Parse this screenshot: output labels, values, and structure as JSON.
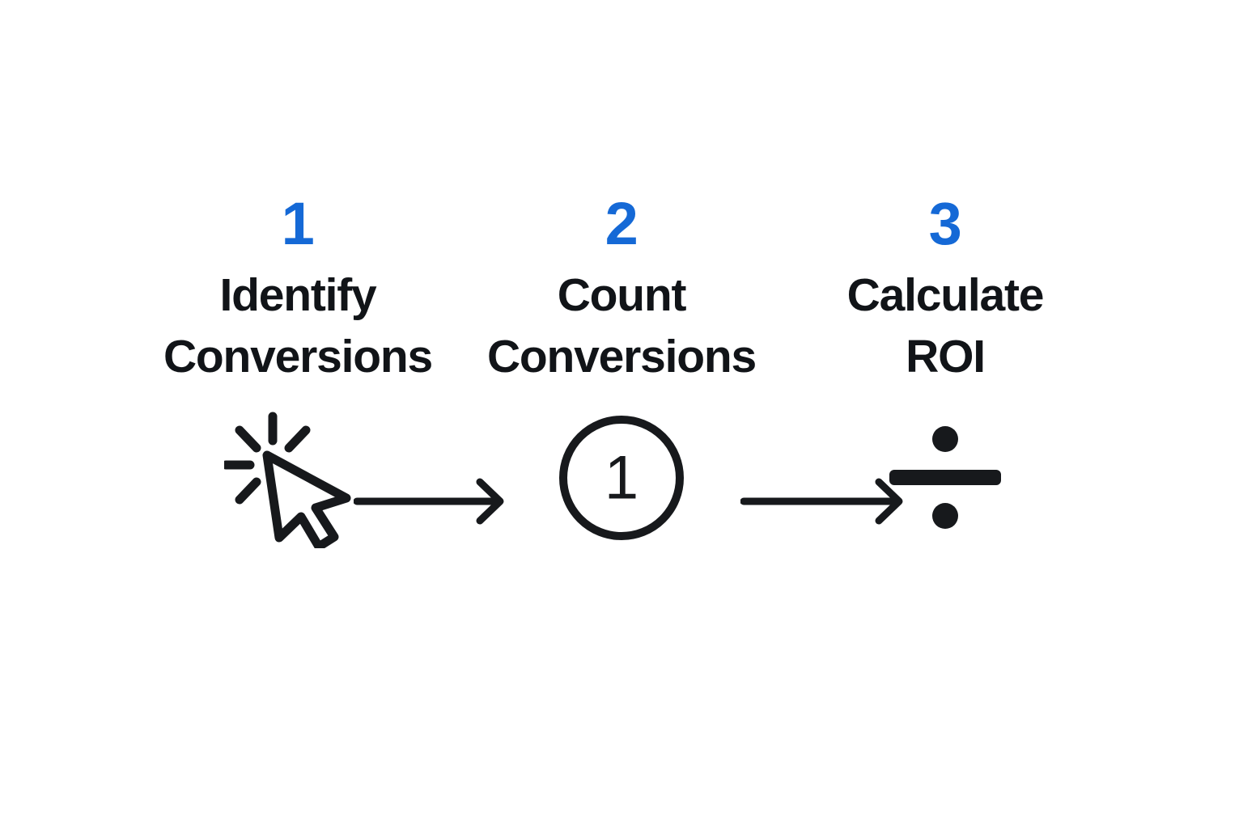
{
  "page": {
    "background_color": "#ffffff",
    "accent_color": "#1569d6",
    "text_color": "#111418"
  },
  "steps": [
    {
      "number": "1",
      "title": "Identify\nConversions",
      "icon": "cursor-click-icon",
      "icon_label": "cursor click"
    },
    {
      "number": "2",
      "title": "Count\nConversions",
      "icon": "circled-one-icon",
      "icon_label": "circled number one",
      "icon_value": "1"
    },
    {
      "number": "3",
      "title": "Calculate\nROI",
      "icon": "division-sign-icon",
      "icon_label": "division sign"
    }
  ],
  "connectors": [
    {
      "name": "arrow-step1-to-step2",
      "direction": "right"
    },
    {
      "name": "arrow-step2-to-step3",
      "direction": "right"
    }
  ]
}
